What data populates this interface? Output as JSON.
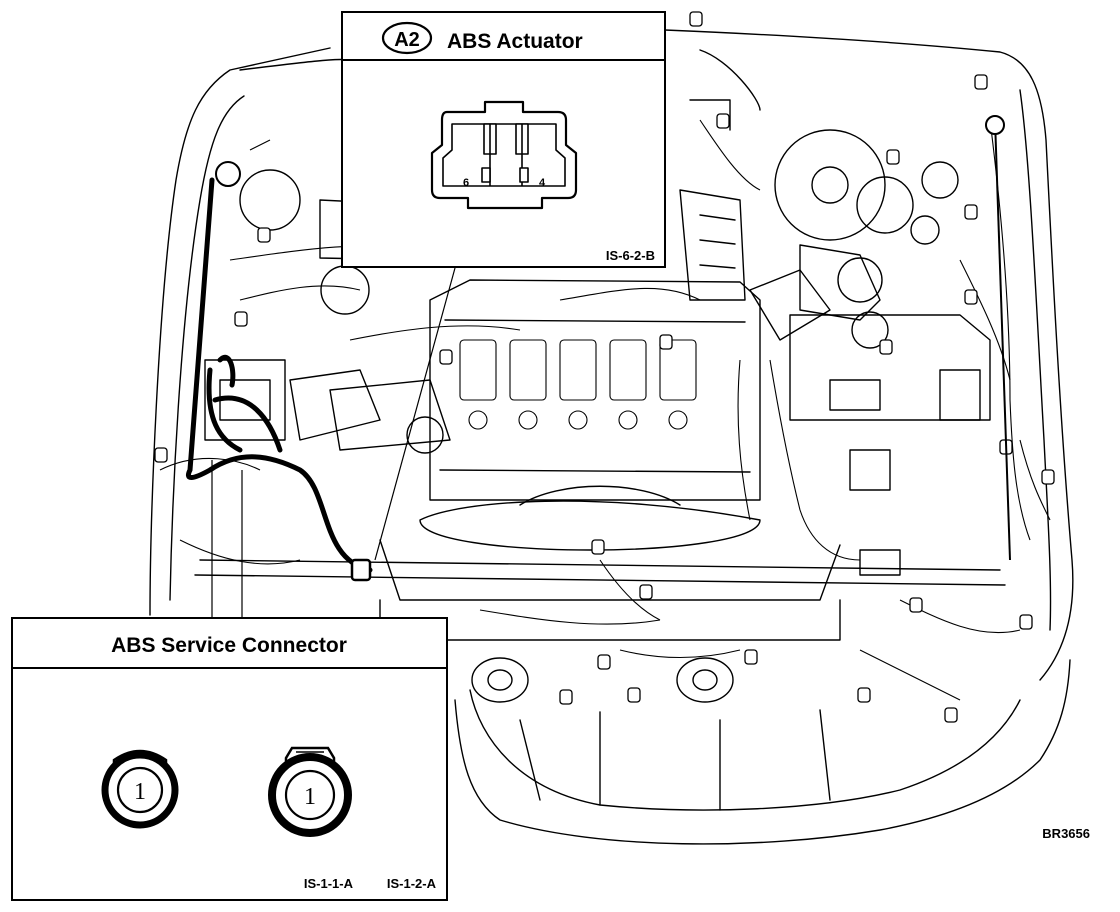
{
  "abs_actuator": {
    "badge": "A2",
    "title": "ABS Actuator",
    "pin_left": "6",
    "pin_right": "4",
    "code": "IS-6-2-B"
  },
  "abs_service_connector": {
    "title": "ABS Service Connector",
    "pin_left": "1",
    "pin_right": "1",
    "code_left": "IS-1-1-A",
    "code_right": "IS-1-2-A"
  },
  "figure_code": "BR3656",
  "colors": {
    "line": "#000000",
    "background": "#ffffff"
  }
}
